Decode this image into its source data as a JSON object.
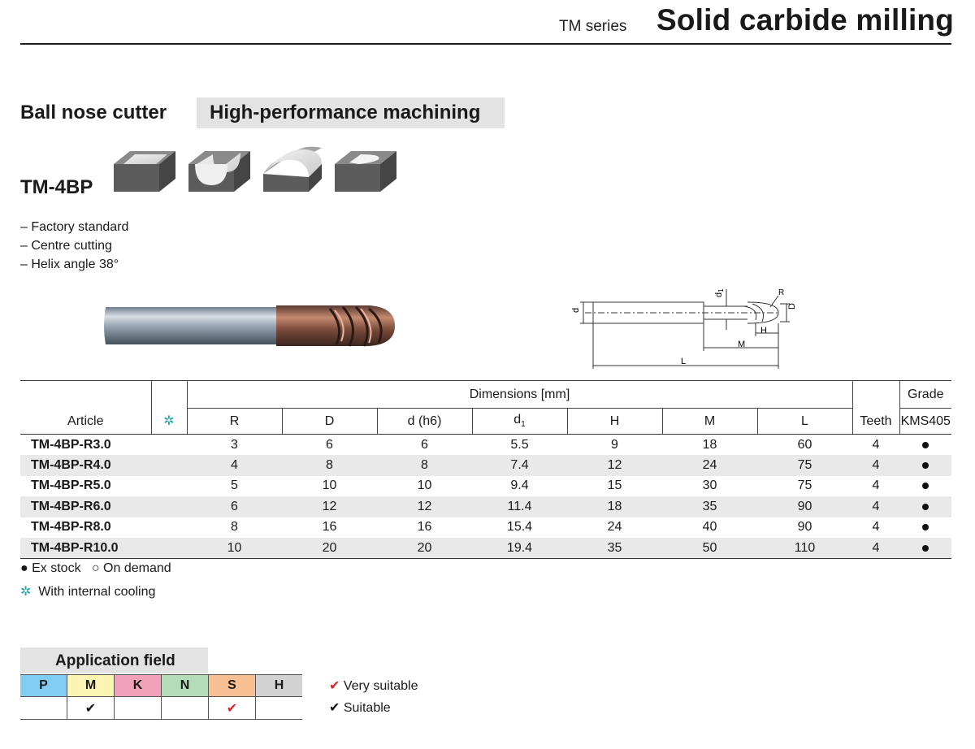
{
  "header": {
    "series": "TM series",
    "title": "Solid carbide milling"
  },
  "product": {
    "type": "Ball nose cutter",
    "performance": "High-performance machining",
    "model": "TM-4BP",
    "features": [
      "– Factory standard",
      "– Centre cutting",
      "– Helix angle 38°"
    ]
  },
  "drawing_labels": {
    "d": "d",
    "d1": "d",
    "d1_sub": "1",
    "R": "R",
    "D": "D",
    "H": "H",
    "M": "M",
    "L": "L"
  },
  "table": {
    "article_header": "Article",
    "cooling_header": "✲",
    "dimensions_header": "Dimensions [mm]",
    "dim_columns": [
      "R",
      "D",
      "d (h6)",
      "d",
      "H",
      "M",
      "L"
    ],
    "d1_subscript": "1",
    "teeth_header": "Teeth",
    "grade_header": "Grade",
    "grade_name": "KMS405",
    "rows": [
      {
        "article": "TM-4BP-R3.0",
        "R": "3",
        "D": "6",
        "d": "6",
        "d1": "5.5",
        "H": "9",
        "M": "18",
        "L": "60",
        "teeth": "4",
        "stock": "ex_stock"
      },
      {
        "article": "TM-4BP-R4.0",
        "R": "4",
        "D": "8",
        "d": "8",
        "d1": "7.4",
        "H": "12",
        "M": "24",
        "L": "75",
        "teeth": "4",
        "stock": "ex_stock"
      },
      {
        "article": "TM-4BP-R5.0",
        "R": "5",
        "D": "10",
        "d": "10",
        "d1": "9.4",
        "H": "15",
        "M": "30",
        "L": "75",
        "teeth": "4",
        "stock": "ex_stock"
      },
      {
        "article": "TM-4BP-R6.0",
        "R": "6",
        "D": "12",
        "d": "12",
        "d1": "11.4",
        "H": "18",
        "M": "35",
        "L": "90",
        "teeth": "4",
        "stock": "ex_stock"
      },
      {
        "article": "TM-4BP-R8.0",
        "R": "8",
        "D": "16",
        "d": "16",
        "d1": "15.4",
        "H": "24",
        "M": "40",
        "L": "90",
        "teeth": "4",
        "stock": "ex_stock"
      },
      {
        "article": "TM-4BP-R10.0",
        "R": "10",
        "D": "20",
        "d": "20",
        "d1": "19.4",
        "H": "35",
        "M": "50",
        "L": "110",
        "teeth": "4",
        "stock": "ex_stock"
      }
    ]
  },
  "legend": {
    "ex_stock": "● Ex stock",
    "on_demand": "○ On demand",
    "cooling_symbol": "✲",
    "cooling_text": "With internal cooling"
  },
  "application": {
    "title": "Application field",
    "materials": [
      {
        "code": "P",
        "color": "#7fcdf0",
        "mark": ""
      },
      {
        "code": "M",
        "color": "#fbf5b4",
        "mark": "suitable"
      },
      {
        "code": "K",
        "color": "#f1a1b9",
        "mark": ""
      },
      {
        "code": "N",
        "color": "#b4dcb7",
        "mark": ""
      },
      {
        "code": "S",
        "color": "#f8bf93",
        "mark": "very_suitable"
      },
      {
        "code": "H",
        "color": "#d3d3d3",
        "mark": ""
      }
    ],
    "check_symbol": "✔",
    "very_suitable": "Very suitable",
    "suitable": "Suitable"
  },
  "colors": {
    "very_suitable": "#d62828",
    "suitable": "#111111",
    "cooling": "#1aa3a9",
    "row_shade": "#e9e9e9",
    "label_box": "#e3e3e3"
  }
}
